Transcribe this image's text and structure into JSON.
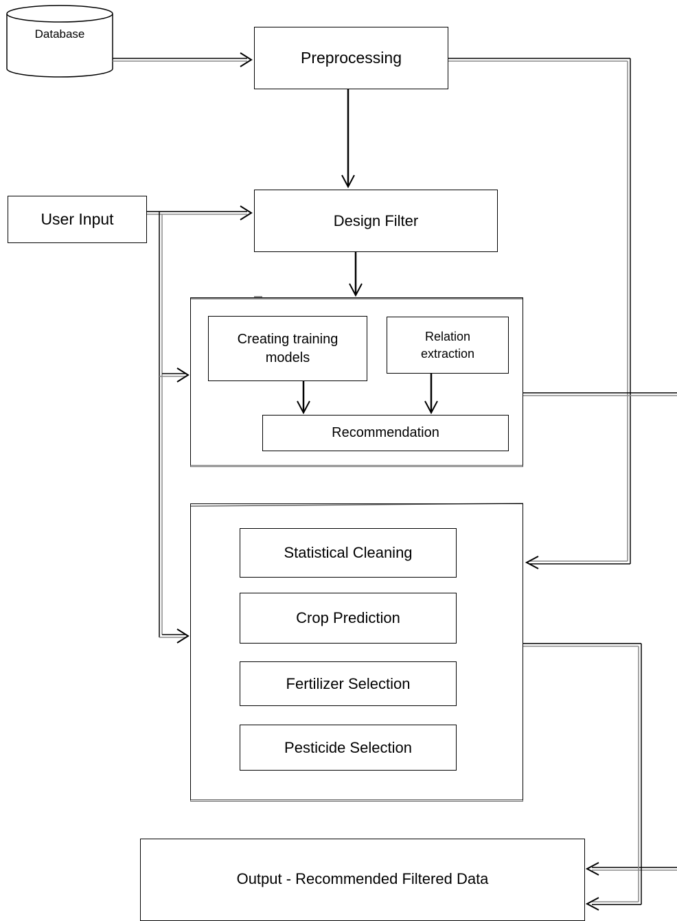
{
  "diagram": {
    "database": {
      "label": "Database"
    },
    "preprocessing": {
      "label": "Preprocessing"
    },
    "user_input": {
      "label": "User Input"
    },
    "design_filter": {
      "label": "Design Filter"
    },
    "training_block": {
      "creating_training_models": {
        "label": "Creating training models"
      },
      "relation_extraction": {
        "label": "Relation extraction"
      },
      "recommendation": {
        "label": "Recommendation"
      }
    },
    "analysis_block": {
      "statistical_cleaning": {
        "label": "Statistical Cleaning"
      },
      "crop_prediction": {
        "label": "Crop Prediction"
      },
      "fertilizer_selection": {
        "label": "Fertilizer Selection"
      },
      "pesticide_selection": {
        "label": "Pesticide Selection"
      }
    },
    "output": {
      "label": "Output - Recommended Filtered Data"
    }
  }
}
